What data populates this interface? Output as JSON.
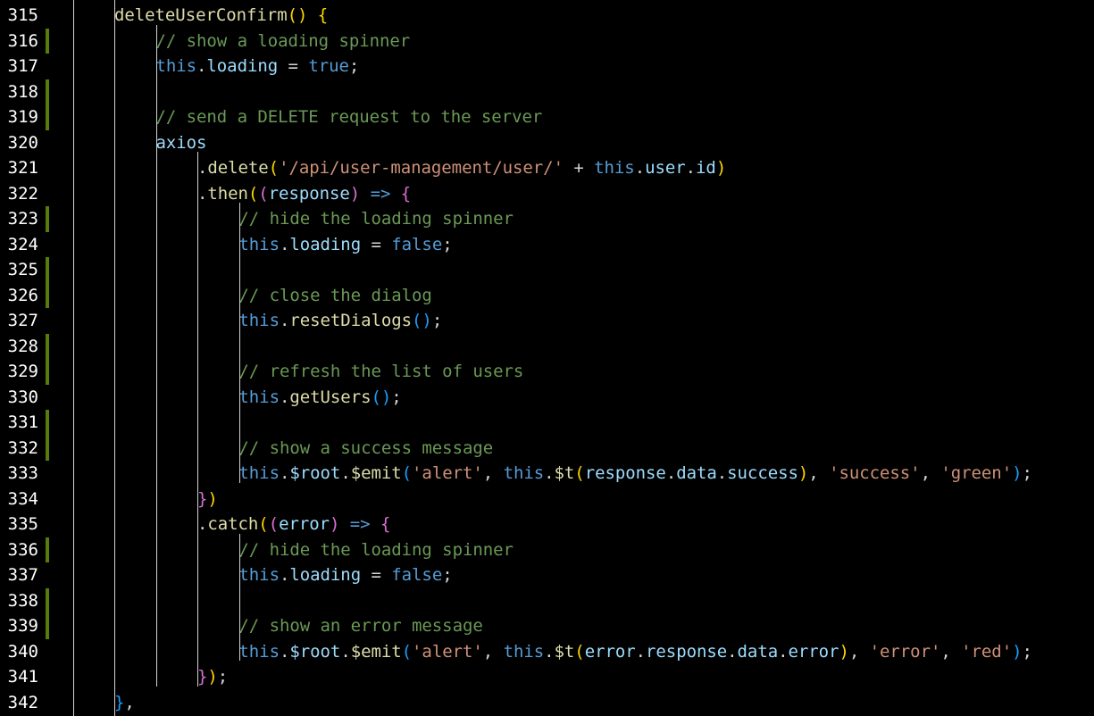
{
  "editor": {
    "theme": {
      "background": "#000000",
      "line_number": "#ffffff",
      "git_added": "#587c0c",
      "indent_guide": "#d4d4d4"
    },
    "first_line": 315,
    "modified_lines": [
      316,
      318,
      319,
      323,
      325,
      326,
      328,
      329,
      331,
      332,
      336,
      338,
      339
    ],
    "lines": [
      {
        "n": "315",
        "indent": 4,
        "tokens": [
          [
            "fn",
            "deleteUserConfirm"
          ],
          [
            "b1",
            "()"
          ],
          [
            "pn",
            " "
          ],
          [
            "b1",
            "{"
          ]
        ]
      },
      {
        "n": "316",
        "indent": 8,
        "tokens": [
          [
            "cm",
            "// show a loading spinner"
          ]
        ]
      },
      {
        "n": "317",
        "indent": 8,
        "tokens": [
          [
            "kw",
            "this"
          ],
          [
            "pn",
            "."
          ],
          [
            "var",
            "loading"
          ],
          [
            "op",
            " = "
          ],
          [
            "kw",
            "true"
          ],
          [
            "pn",
            ";"
          ]
        ]
      },
      {
        "n": "318",
        "indent": 8,
        "tokens": []
      },
      {
        "n": "319",
        "indent": 8,
        "tokens": [
          [
            "cm",
            "// send a DELETE request to the server"
          ]
        ]
      },
      {
        "n": "320",
        "indent": 8,
        "tokens": [
          [
            "var",
            "axios"
          ]
        ]
      },
      {
        "n": "321",
        "indent": 12,
        "tokens": [
          [
            "pn",
            "."
          ],
          [
            "fn",
            "delete"
          ],
          [
            "b1",
            "("
          ],
          [
            "str",
            "'/api/user-management/user/'"
          ],
          [
            "op",
            " + "
          ],
          [
            "kw",
            "this"
          ],
          [
            "pn",
            "."
          ],
          [
            "var",
            "user"
          ],
          [
            "pn",
            "."
          ],
          [
            "var",
            "id"
          ],
          [
            "b1",
            ")"
          ]
        ]
      },
      {
        "n": "322",
        "indent": 12,
        "tokens": [
          [
            "pn",
            "."
          ],
          [
            "fn",
            "then"
          ],
          [
            "b1",
            "("
          ],
          [
            "b2",
            "("
          ],
          [
            "var",
            "response"
          ],
          [
            "b2",
            ")"
          ],
          [
            "pn",
            " "
          ],
          [
            "kw",
            "=>"
          ],
          [
            "pn",
            " "
          ],
          [
            "b2",
            "{"
          ]
        ]
      },
      {
        "n": "323",
        "indent": 16,
        "tokens": [
          [
            "cm",
            "// hide the loading spinner"
          ]
        ]
      },
      {
        "n": "324",
        "indent": 16,
        "tokens": [
          [
            "kw",
            "this"
          ],
          [
            "pn",
            "."
          ],
          [
            "var",
            "loading"
          ],
          [
            "op",
            " = "
          ],
          [
            "kw",
            "false"
          ],
          [
            "pn",
            ";"
          ]
        ]
      },
      {
        "n": "325",
        "indent": 16,
        "tokens": []
      },
      {
        "n": "326",
        "indent": 16,
        "tokens": [
          [
            "cm",
            "// close the dialog"
          ]
        ]
      },
      {
        "n": "327",
        "indent": 16,
        "tokens": [
          [
            "kw",
            "this"
          ],
          [
            "pn",
            "."
          ],
          [
            "fn",
            "resetDialogs"
          ],
          [
            "b3",
            "()"
          ],
          [
            "pn",
            ";"
          ]
        ]
      },
      {
        "n": "328",
        "indent": 16,
        "tokens": []
      },
      {
        "n": "329",
        "indent": 16,
        "tokens": [
          [
            "cm",
            "// refresh the list of users"
          ]
        ]
      },
      {
        "n": "330",
        "indent": 16,
        "tokens": [
          [
            "kw",
            "this"
          ],
          [
            "pn",
            "."
          ],
          [
            "fn",
            "getUsers"
          ],
          [
            "b3",
            "()"
          ],
          [
            "pn",
            ";"
          ]
        ]
      },
      {
        "n": "331",
        "indent": 16,
        "tokens": []
      },
      {
        "n": "332",
        "indent": 16,
        "tokens": [
          [
            "cm",
            "// show a success message"
          ]
        ]
      },
      {
        "n": "333",
        "indent": 16,
        "tokens": [
          [
            "kw",
            "this"
          ],
          [
            "pn",
            "."
          ],
          [
            "var",
            "$root"
          ],
          [
            "pn",
            "."
          ],
          [
            "fn",
            "$emit"
          ],
          [
            "b3",
            "("
          ],
          [
            "str",
            "'alert'"
          ],
          [
            "pn",
            ", "
          ],
          [
            "kw",
            "this"
          ],
          [
            "pn",
            "."
          ],
          [
            "fn",
            "$t"
          ],
          [
            "b1",
            "("
          ],
          [
            "var",
            "response"
          ],
          [
            "pn",
            "."
          ],
          [
            "var",
            "data"
          ],
          [
            "pn",
            "."
          ],
          [
            "var",
            "success"
          ],
          [
            "b1",
            ")"
          ],
          [
            "pn",
            ", "
          ],
          [
            "str",
            "'success'"
          ],
          [
            "pn",
            ", "
          ],
          [
            "str",
            "'green'"
          ],
          [
            "b3",
            ")"
          ],
          [
            "pn",
            ";"
          ]
        ]
      },
      {
        "n": "334",
        "indent": 12,
        "tokens": [
          [
            "b2",
            "}"
          ],
          [
            "b1",
            ")"
          ]
        ]
      },
      {
        "n": "335",
        "indent": 12,
        "tokens": [
          [
            "pn",
            "."
          ],
          [
            "fn",
            "catch"
          ],
          [
            "b1",
            "("
          ],
          [
            "b2",
            "("
          ],
          [
            "var",
            "error"
          ],
          [
            "b2",
            ")"
          ],
          [
            "pn",
            " "
          ],
          [
            "kw",
            "=>"
          ],
          [
            "pn",
            " "
          ],
          [
            "b2",
            "{"
          ]
        ]
      },
      {
        "n": "336",
        "indent": 16,
        "tokens": [
          [
            "cm",
            "// hide the loading spinner"
          ]
        ]
      },
      {
        "n": "337",
        "indent": 16,
        "tokens": [
          [
            "kw",
            "this"
          ],
          [
            "pn",
            "."
          ],
          [
            "var",
            "loading"
          ],
          [
            "op",
            " = "
          ],
          [
            "kw",
            "false"
          ],
          [
            "pn",
            ";"
          ]
        ]
      },
      {
        "n": "338",
        "indent": 16,
        "tokens": []
      },
      {
        "n": "339",
        "indent": 16,
        "tokens": [
          [
            "cm",
            "// show an error message"
          ]
        ]
      },
      {
        "n": "340",
        "indent": 16,
        "tokens": [
          [
            "kw",
            "this"
          ],
          [
            "pn",
            "."
          ],
          [
            "var",
            "$root"
          ],
          [
            "pn",
            "."
          ],
          [
            "fn",
            "$emit"
          ],
          [
            "b3",
            "("
          ],
          [
            "str",
            "'alert'"
          ],
          [
            "pn",
            ", "
          ],
          [
            "kw",
            "this"
          ],
          [
            "pn",
            "."
          ],
          [
            "fn",
            "$t"
          ],
          [
            "b1",
            "("
          ],
          [
            "var",
            "error"
          ],
          [
            "pn",
            "."
          ],
          [
            "var",
            "response"
          ],
          [
            "pn",
            "."
          ],
          [
            "var",
            "data"
          ],
          [
            "pn",
            "."
          ],
          [
            "var",
            "error"
          ],
          [
            "b1",
            ")"
          ],
          [
            "pn",
            ", "
          ],
          [
            "str",
            "'error'"
          ],
          [
            "pn",
            ", "
          ],
          [
            "str",
            "'red'"
          ],
          [
            "b3",
            ")"
          ],
          [
            "pn",
            ";"
          ]
        ]
      },
      {
        "n": "341",
        "indent": 12,
        "tokens": [
          [
            "b2",
            "}"
          ],
          [
            "b1",
            ")"
          ],
          [
            "pn",
            ";"
          ]
        ]
      },
      {
        "n": "342",
        "indent": 4,
        "tokens": [
          [
            "b3",
            "}"
          ],
          [
            "pn",
            ","
          ]
        ]
      }
    ]
  }
}
